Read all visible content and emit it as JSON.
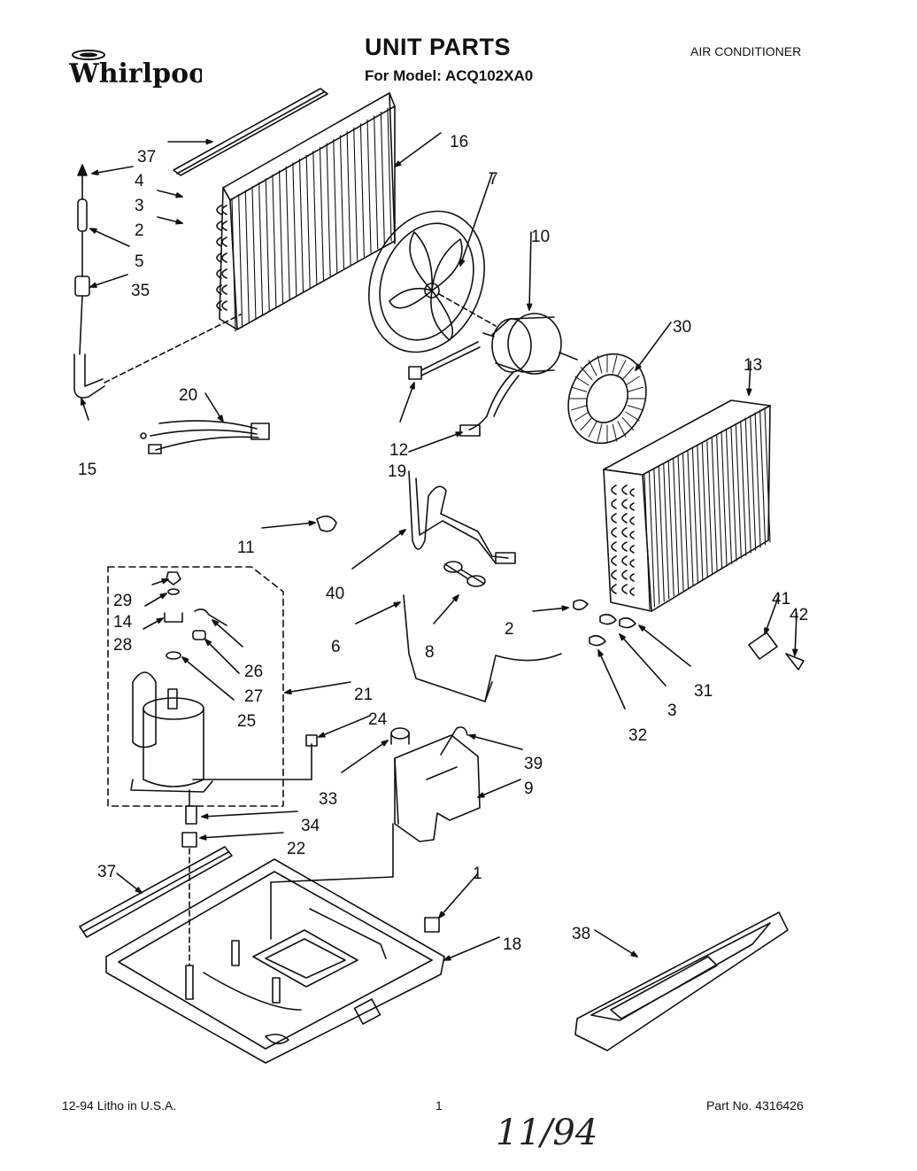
{
  "header": {
    "brand": "Whirlpool",
    "title": "UNIT PARTS",
    "model": "For Model: ACQ102XA0",
    "category": "AIR CONDITIONER"
  },
  "footer": {
    "litho": "12-94  Litho in U.S.A.",
    "page": "1",
    "part_no": "Part No. 4316426",
    "handwritten": "11/94"
  },
  "callouts": [
    {
      "id": "c37a",
      "text": "37"
    },
    {
      "id": "c4",
      "text": "4"
    },
    {
      "id": "c3a",
      "text": "3"
    },
    {
      "id": "c2a",
      "text": "2"
    },
    {
      "id": "c5",
      "text": "5"
    },
    {
      "id": "c35",
      "text": "35"
    },
    {
      "id": "c15",
      "text": "15"
    },
    {
      "id": "c16",
      "text": "16"
    },
    {
      "id": "c7",
      "text": "7"
    },
    {
      "id": "c10",
      "text": "10"
    },
    {
      "id": "c30",
      "text": "30"
    },
    {
      "id": "c13",
      "text": "13"
    },
    {
      "id": "c20",
      "text": "20"
    },
    {
      "id": "c12",
      "text": "12"
    },
    {
      "id": "c19",
      "text": "19"
    },
    {
      "id": "c11",
      "text": "11"
    },
    {
      "id": "c40",
      "text": "40"
    },
    {
      "id": "c29",
      "text": "29"
    },
    {
      "id": "c14",
      "text": "14"
    },
    {
      "id": "c28",
      "text": "28"
    },
    {
      "id": "c26",
      "text": "26"
    },
    {
      "id": "c27",
      "text": "27"
    },
    {
      "id": "c25",
      "text": "25"
    },
    {
      "id": "c21",
      "text": "21"
    },
    {
      "id": "c6",
      "text": "6"
    },
    {
      "id": "c8",
      "text": "8"
    },
    {
      "id": "c2b",
      "text": "2"
    },
    {
      "id": "c41",
      "text": "41"
    },
    {
      "id": "c42",
      "text": "42"
    },
    {
      "id": "c31",
      "text": "31"
    },
    {
      "id": "c3b",
      "text": "3"
    },
    {
      "id": "c32",
      "text": "32"
    },
    {
      "id": "c24",
      "text": "24"
    },
    {
      "id": "c33",
      "text": "33"
    },
    {
      "id": "c39",
      "text": "39"
    },
    {
      "id": "c9",
      "text": "9"
    },
    {
      "id": "c34",
      "text": "34"
    },
    {
      "id": "c22",
      "text": "22"
    },
    {
      "id": "c37b",
      "text": "37"
    },
    {
      "id": "c1",
      "text": "1"
    },
    {
      "id": "c18",
      "text": "18"
    },
    {
      "id": "c38",
      "text": "38"
    }
  ]
}
